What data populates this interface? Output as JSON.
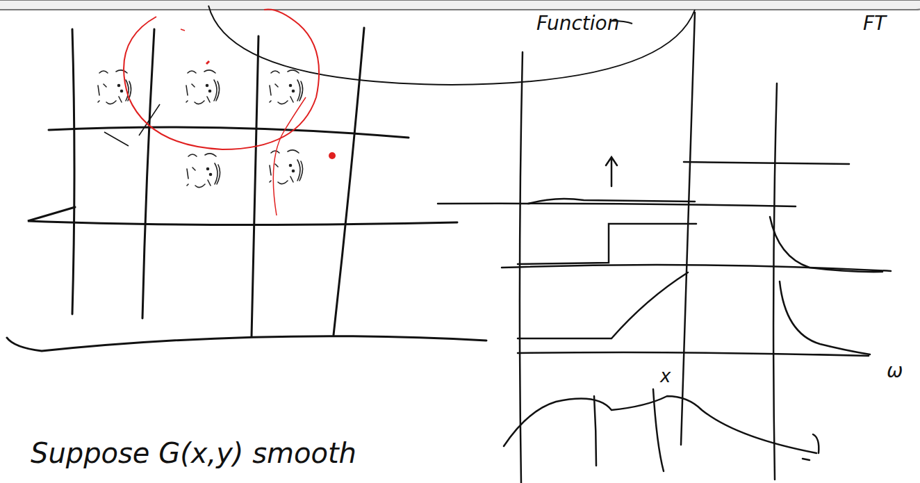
{
  "diagram": {
    "labels": [
      "Function",
      "FT",
      "x",
      "ω",
      "Suppose G(x,y) smooth"
    ]
  }
}
